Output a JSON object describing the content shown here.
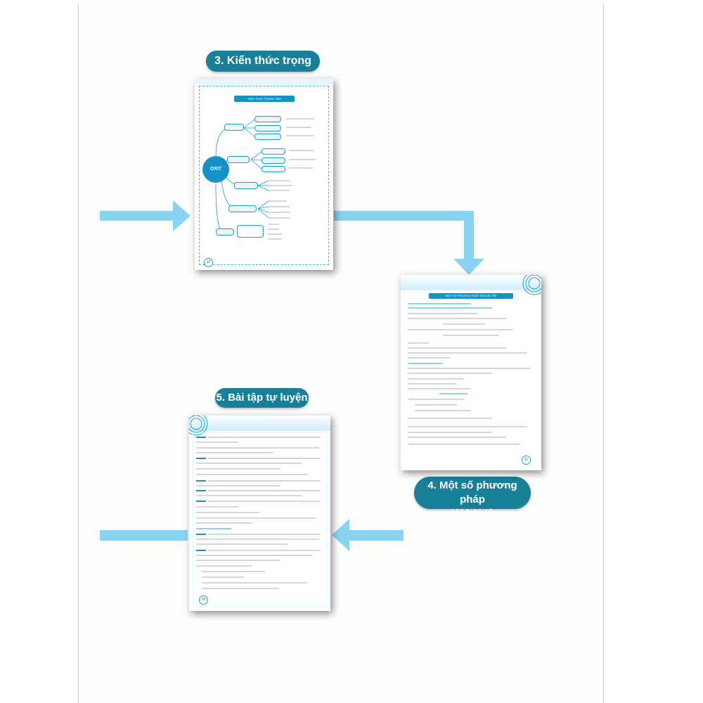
{
  "steps": {
    "step3_label": "3. Kiến thức trọng tâm",
    "step4_label_line1": "4. Một số phương pháp",
    "step4_label_line2": "giải bài tập",
    "step5_label": "5. Bài tập tự luyện"
  },
  "thumbnails": {
    "p1": {
      "header": "KIẾN THỨC TRỌNG TÂM",
      "center_node": "OXIT",
      "page_no": "12"
    },
    "p2": {
      "header": "MỘT SỐ PHƯƠNG PHÁP GIẢI BÀI TẬP",
      "page_no": "21"
    },
    "p3": {
      "page_no": "26"
    }
  },
  "colors": {
    "pill_bg": "#177f97",
    "arrow": "#88d4f2",
    "accent": "#1a9cc8"
  }
}
